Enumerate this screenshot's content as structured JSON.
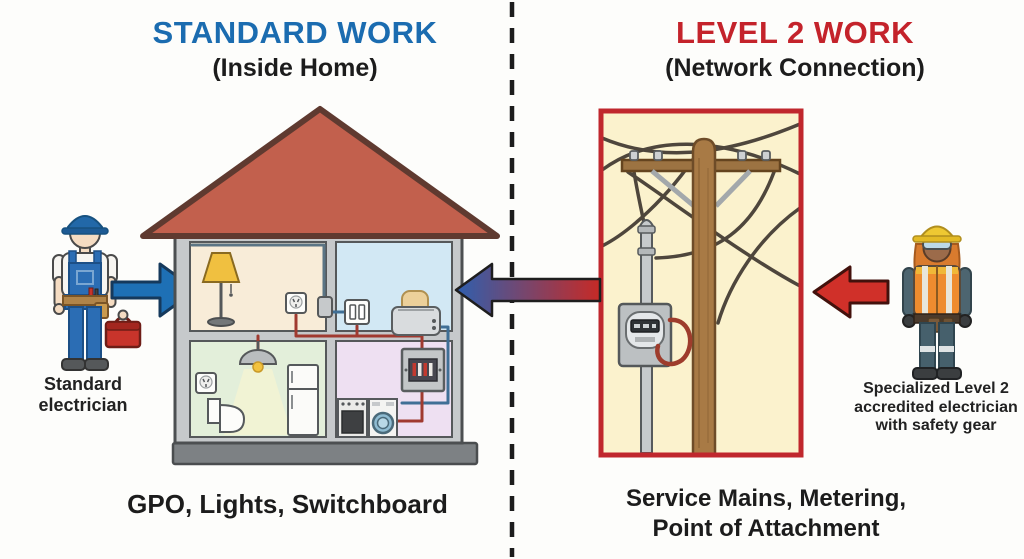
{
  "left_section": {
    "title": "STANDARD WORK",
    "subtitle": "(Inside Home)",
    "electrician_label_line1": "Standard",
    "electrician_label_line2": "electrician",
    "caption": "GPO, Lights, Switchboard"
  },
  "right_section": {
    "title": "LEVEL 2 WORK",
    "subtitle": "(Network Connection)",
    "electrician_label_line1": "Specialized Level 2",
    "electrician_label_line2": "accredited electrician",
    "electrician_label_line3": "with safety gear",
    "caption_line1": "Service Mains, Metering,",
    "caption_line2": "Point of Attachment"
  },
  "colors": {
    "left_title": "#1b6cb0",
    "right_title": "#c4232b",
    "blue_arrow": "#1e70b5",
    "red_arrow": "#d03029",
    "roof": "#c2604d",
    "panel_background": "#fbf2cd",
    "panel_border": "#c0272d",
    "divider": "#1c1c1c"
  }
}
